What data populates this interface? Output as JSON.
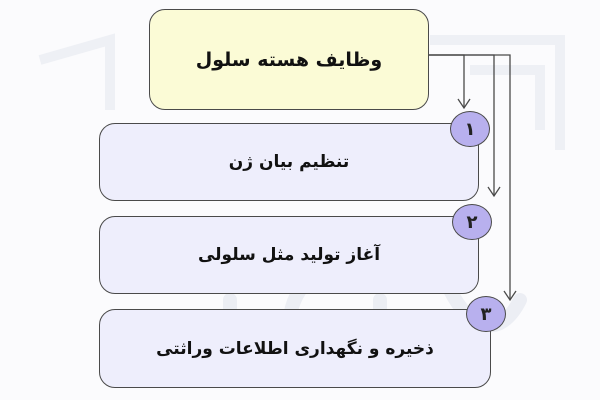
{
  "diagram": {
    "title": "وظایف هسته سلول",
    "steps": [
      {
        "number": "۱",
        "label": "تنظیم بیان ژن"
      },
      {
        "number": "۲",
        "label": "آغاز تولید مثل سلولی"
      },
      {
        "number": "۳",
        "label": "ذخیره و نگهداری اطلاعات وراثتی"
      }
    ]
  },
  "colors": {
    "title_fill": "#fbfbd6",
    "step_fill": "#eeeefc",
    "badge_fill": "#b8b0ee",
    "stroke": "#4a4a4a"
  }
}
